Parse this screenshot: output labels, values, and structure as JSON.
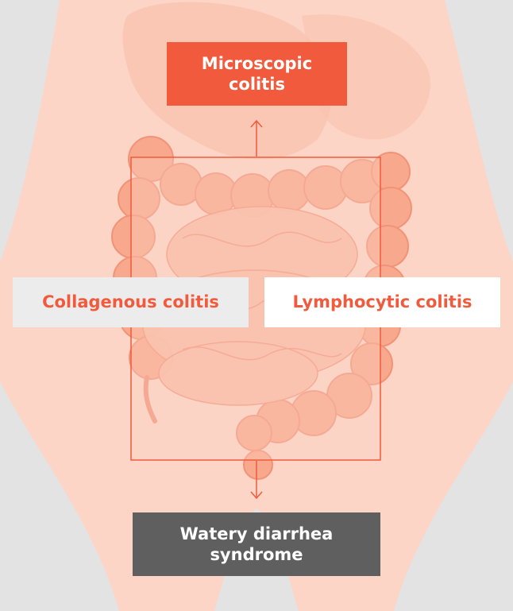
{
  "diagram": {
    "top_label": [
      "Microscopic",
      "colitis"
    ],
    "left_label": "Collagenous colitis",
    "right_label": "Lymphocytic colitis",
    "bottom_label": [
      "Watery diarrhea",
      "syndrome"
    ]
  },
  "colors": {
    "accent": "#f15a3c",
    "body_fill": "#fcd5c7",
    "intestine_fill": "#f7a88d",
    "dark_box": "#5f5f5f",
    "background": "#e6e6e6"
  }
}
